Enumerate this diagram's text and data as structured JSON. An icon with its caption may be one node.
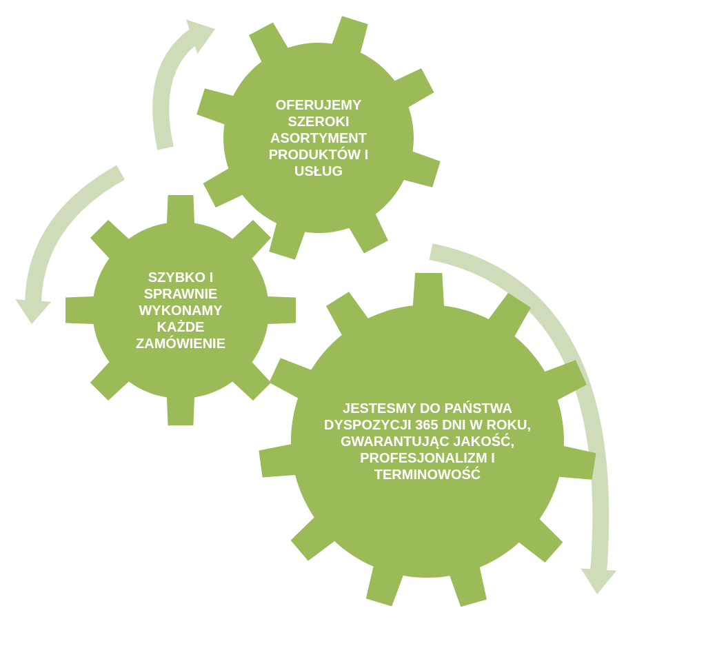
{
  "diagram": {
    "nodes": [
      {
        "text": [
          "OFERUJEMY SZEROKI ASORTYMENT PRODUKTÓW I USŁUG"
        ]
      },
      {
        "text": [
          "SZYBKO I SPRAWNIE WYKONAMY KAŻDE ZAMÓWIENIE"
        ]
      },
      {
        "text": [
          "JESTESMY DO PAŃSTWA DYSPOZYCJI 365 DNI W ROKU, GWARANTUJĄC JAKOŚĆ, PROFESJONALIZM I TERMINOWOŚĆ"
        ]
      }
    ]
  }
}
